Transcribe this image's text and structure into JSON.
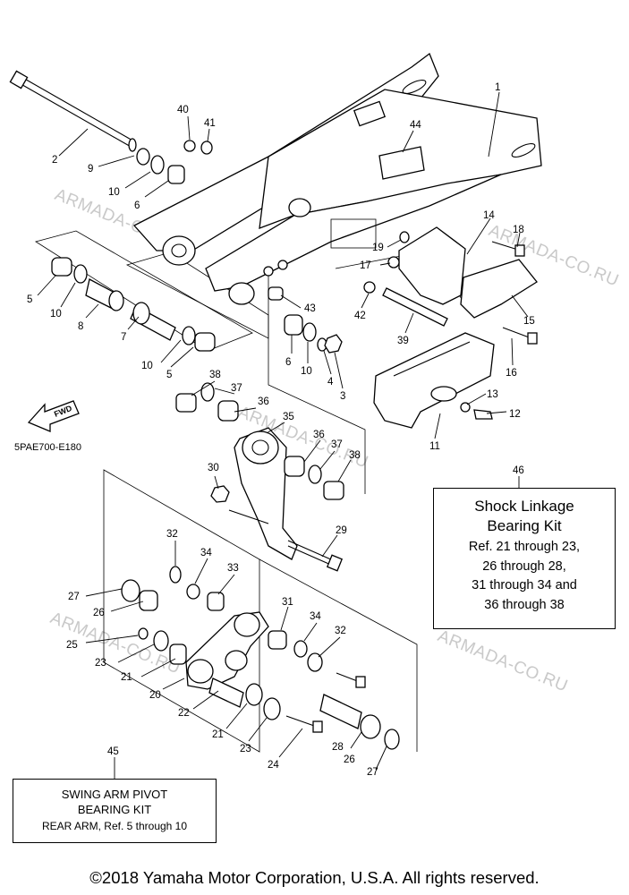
{
  "watermark_text": "ARMADA-CO.RU",
  "diagram_code": "5PAE700-E180",
  "fwd_label": "FWD",
  "callouts": [
    "1",
    "2",
    "3",
    "4",
    "5",
    "6",
    "7",
    "8",
    "9",
    "10",
    "11",
    "12",
    "13",
    "14",
    "15",
    "16",
    "17",
    "18",
    "19",
    "20",
    "21",
    "22",
    "23",
    "24",
    "25",
    "26",
    "27",
    "28",
    "29",
    "30",
    "31",
    "32",
    "33",
    "34",
    "35",
    "36",
    "37",
    "38",
    "39",
    "40",
    "41",
    "42",
    "43",
    "44",
    "45",
    "46"
  ],
  "kit_46": {
    "number": "46",
    "title_line1": "Shock Linkage",
    "title_line2": "Bearing Kit",
    "lines": [
      "Ref. 21 through 23,",
      "26 through 28,",
      "31 through 34 and",
      "36 through 38"
    ]
  },
  "kit_45": {
    "number": "45",
    "title_line1": "SWING ARM PIVOT",
    "title_line2": "BEARING KIT",
    "line3": "REAR ARM, Ref. 5 through 10"
  },
  "copyright": "©2018 Yamaha Motor Corporation, U.S.A. All rights reserved."
}
